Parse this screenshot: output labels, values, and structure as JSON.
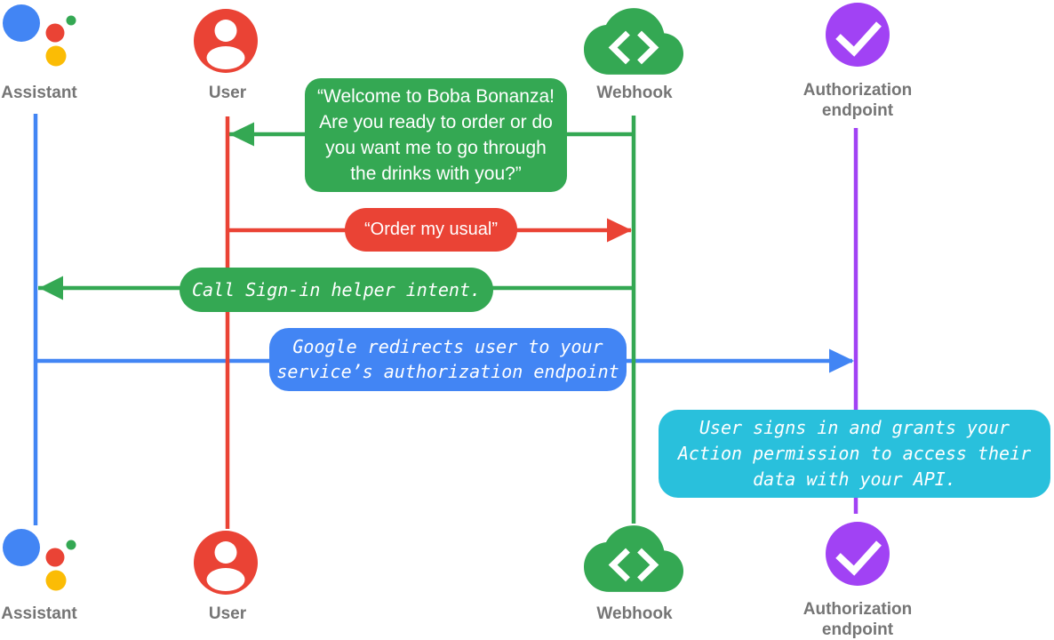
{
  "colors": {
    "blue": "#4285F4",
    "red": "#EA4335",
    "green": "#34A853",
    "yellow": "#FBBC05",
    "purple": "#A142F4",
    "cyan": "#29C0DC",
    "label_gray": "#757575",
    "white": "#FFFFFF"
  },
  "actors": {
    "assistant": {
      "label": "Assistant",
      "icon": "google-assistant-logo"
    },
    "user": {
      "label": "User",
      "icon": "person-circle"
    },
    "webhook": {
      "label": "Webhook",
      "icon": "cloud-code"
    },
    "auth": {
      "label": "Authorization endpoint",
      "lines": [
        "Authorization",
        "endpoint"
      ],
      "icon": "check-circle"
    }
  },
  "messages": {
    "welcome": {
      "from": "Webhook",
      "to": "User",
      "color": "green",
      "lines": [
        "“Welcome to Boba Bonanza!",
        "Are you ready to order or do",
        "you want me to go through",
        "the drinks with you?”"
      ]
    },
    "order": {
      "from": "User",
      "to": "Webhook",
      "color": "red",
      "text": "“Order my usual”"
    },
    "signin": {
      "from": "Webhook",
      "to": "Assistant",
      "color": "green",
      "text": "Call Sign-in helper intent."
    },
    "redirect": {
      "from": "Assistant",
      "to": "Authorization endpoint",
      "color": "blue",
      "lines": [
        "Google redirects user to your",
        "service’s authorization endpoint"
      ]
    },
    "grants": {
      "note_on": "Authorization endpoint",
      "color": "cyan",
      "lines": [
        "User signs in and grants your",
        "Action permission to access their",
        "data with your API."
      ]
    }
  }
}
